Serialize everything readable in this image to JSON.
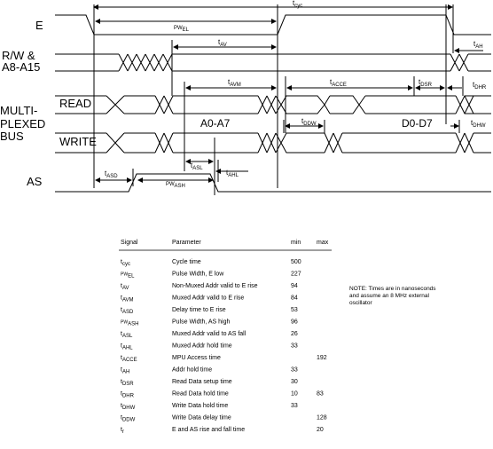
{
  "signals": {
    "e": "E",
    "rw_line1": "R/W  &",
    "rw_line2": "A8-A15",
    "mux_line1": "MULTI-",
    "mux_line2": "PLEXED",
    "mux_line3": "BUS",
    "read": "READ",
    "write": "WRITE",
    "as": "AS"
  },
  "bus": {
    "addr": "A0-A7",
    "data": "D0-D7"
  },
  "timing_labels": {
    "tcyc": "t",
    "tcyc_sub": "cyc",
    "pwel": "PW",
    "pwel_sub": "EL",
    "tav": "t",
    "tav_sub": "AV",
    "tah": "t",
    "tah_sub": "AH",
    "tavm": "t",
    "tavm_sub": "AVM",
    "tacce": "t",
    "tacce_sub": "ACCE",
    "tdsr": "t",
    "tdsr_sub": "DSR",
    "tdhr": "t",
    "tdhr_sub": "DHR",
    "tddw": "t",
    "tddw_sub": "DDW",
    "tdhw": "t",
    "tdhw_sub": "DHW",
    "tasl": "t",
    "tasl_sub": "ASL",
    "tahl": "t",
    "tahl_sub": "AHL",
    "tasd": "t",
    "tasd_sub": "ASD",
    "pwash": "PW",
    "pwash_sub": "ASH"
  },
  "table": {
    "headers": [
      "Signal",
      "Parameter",
      "min",
      "max"
    ],
    "rows": [
      {
        "sym": "t",
        "sub": "cyc",
        "param": "Cycle time",
        "min": "500",
        "max": ""
      },
      {
        "sym": "PW",
        "sub": "EL",
        "param": "Pulse Width, E low",
        "min": "227",
        "max": ""
      },
      {
        "sym": "t",
        "sub": "AV",
        "param": "Non-Muxed Addr valid to E rise",
        "min": "94",
        "max": ""
      },
      {
        "sym": "t",
        "sub": "AVM",
        "param": "Muxed Addr valid to E rise",
        "min": "84",
        "max": ""
      },
      {
        "sym": "t",
        "sub": "ASD",
        "param": "Delay time to E rise",
        "min": "53",
        "max": ""
      },
      {
        "sym": "PW",
        "sub": "ASH",
        "param": "Pulse Width, AS high",
        "min": "96",
        "max": ""
      },
      {
        "sym": "t",
        "sub": "ASL",
        "param": "Muxed Addr valid to AS fall",
        "min": "26",
        "max": ""
      },
      {
        "sym": "t",
        "sub": "AHL",
        "param": "Muxed Addr hold time",
        "min": "33",
        "max": ""
      },
      {
        "sym": "t",
        "sub": "ACCE",
        "param": "MPU Access time",
        "min": "",
        "max": "192"
      },
      {
        "sym": "t",
        "sub": "AH",
        "param": "Addr hold time",
        "min": "33",
        "max": ""
      },
      {
        "sym": "t",
        "sub": "DSR",
        "param": "Read Data setup time",
        "min": "30",
        "max": ""
      },
      {
        "sym": "t",
        "sub": "DHR",
        "param": "Read Data hold time",
        "min": "10",
        "max": "83"
      },
      {
        "sym": "t",
        "sub": "DHW",
        "param": "Write Data hold time",
        "min": "33",
        "max": ""
      },
      {
        "sym": "t",
        "sub": "DDW",
        "param": "Write Data delay time",
        "min": "",
        "max": "128"
      },
      {
        "sym": "t",
        "sub": "r",
        "param": "E and AS rise and fall time",
        "min": "",
        "max": "20"
      }
    ]
  },
  "note": {
    "line1": "NOTE: Times are in nanoseconds",
    "line2": "and assume an 8 MHz external",
    "line3": "oscillator"
  }
}
